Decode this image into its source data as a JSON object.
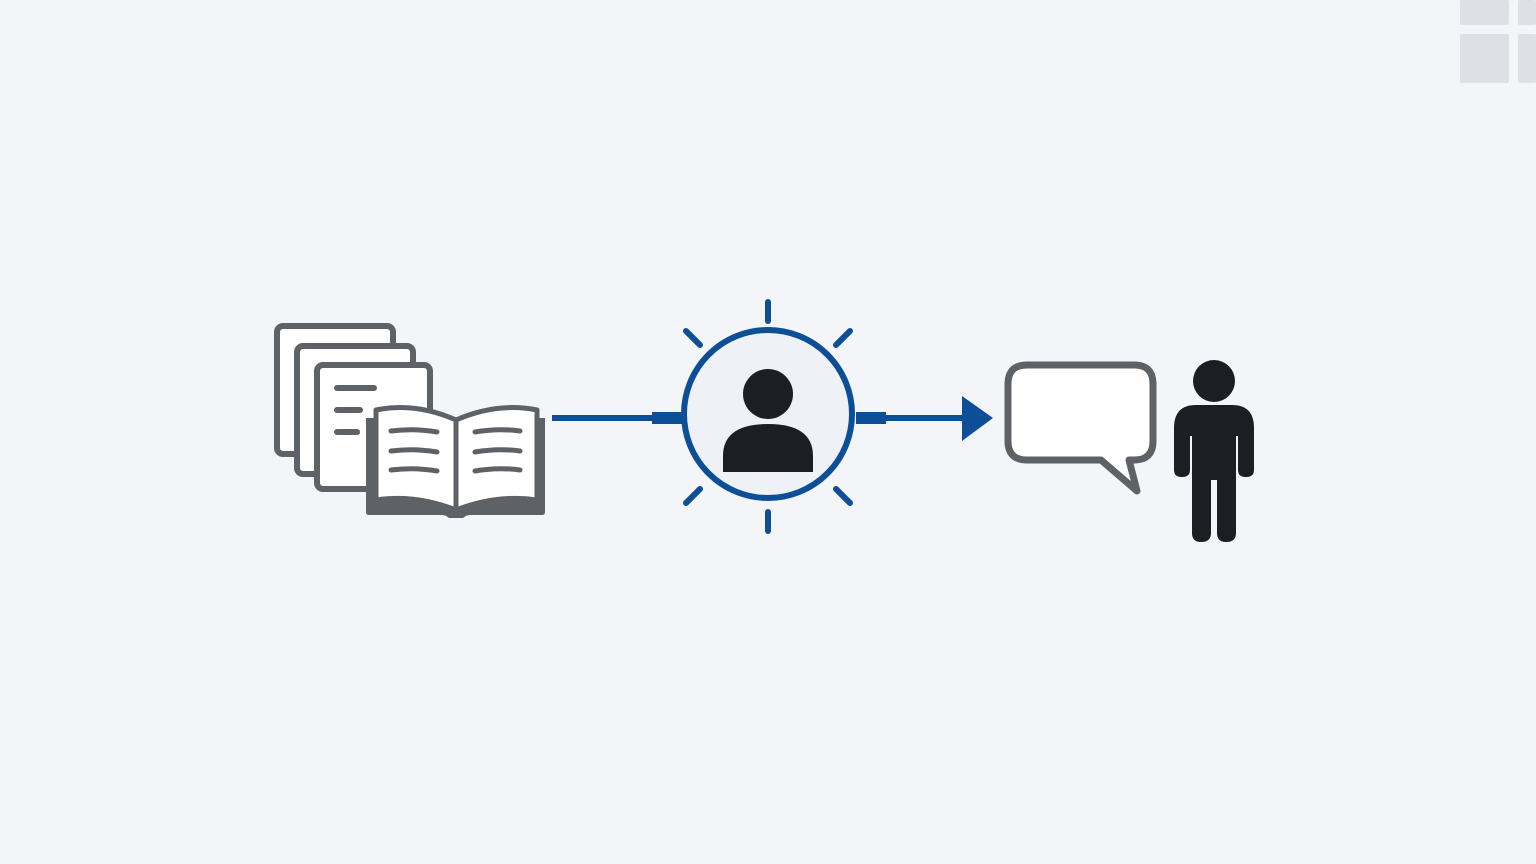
{
  "diagram": {
    "nodes": [
      {
        "id": "sources",
        "icon": "documents-and-book-icon"
      },
      {
        "id": "processor",
        "icon": "person-in-glowing-circle-icon"
      },
      {
        "id": "response",
        "icon": "speech-bubble-icon"
      },
      {
        "id": "user",
        "icon": "standing-person-icon"
      }
    ],
    "edges": [
      {
        "from": "sources",
        "to": "processor",
        "style": "line"
      },
      {
        "from": "processor",
        "to": "response",
        "style": "arrow"
      }
    ]
  },
  "colors": {
    "background": "#f3f5f8",
    "accent_blue": "#0d4f97",
    "icon_gray": "#5e6266",
    "icon_dark": "#1b1e22",
    "corner_tile": "#dde0e5"
  }
}
